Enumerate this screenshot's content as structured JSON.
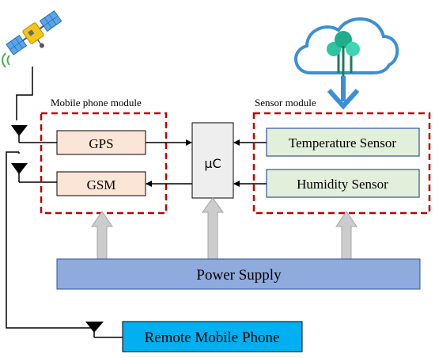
{
  "groups": {
    "mobile": "Mobile phone module",
    "sensor": "Sensor module"
  },
  "blocks": {
    "gps": "GPS",
    "gsm": "GSM",
    "uc": "μC",
    "temperature": "Temperature Sensor",
    "humidity": "Humidity Sensor",
    "power": "Power Supply",
    "remote": "Remote Mobile Phone"
  },
  "colors": {
    "module_box": "#fbe5d6",
    "sensor_box": "#e2efda",
    "sensor_border": "#2f5597",
    "uc_box": "#eeeeee",
    "power": "#8faadc",
    "remote": "#00b0f0",
    "power_arrow": "#cccccc",
    "group_border": "#c00000",
    "cloud": "#3a8fd6"
  },
  "icons": {
    "satellite": "satellite-icon",
    "cloud": "cloud-tree-icon"
  }
}
